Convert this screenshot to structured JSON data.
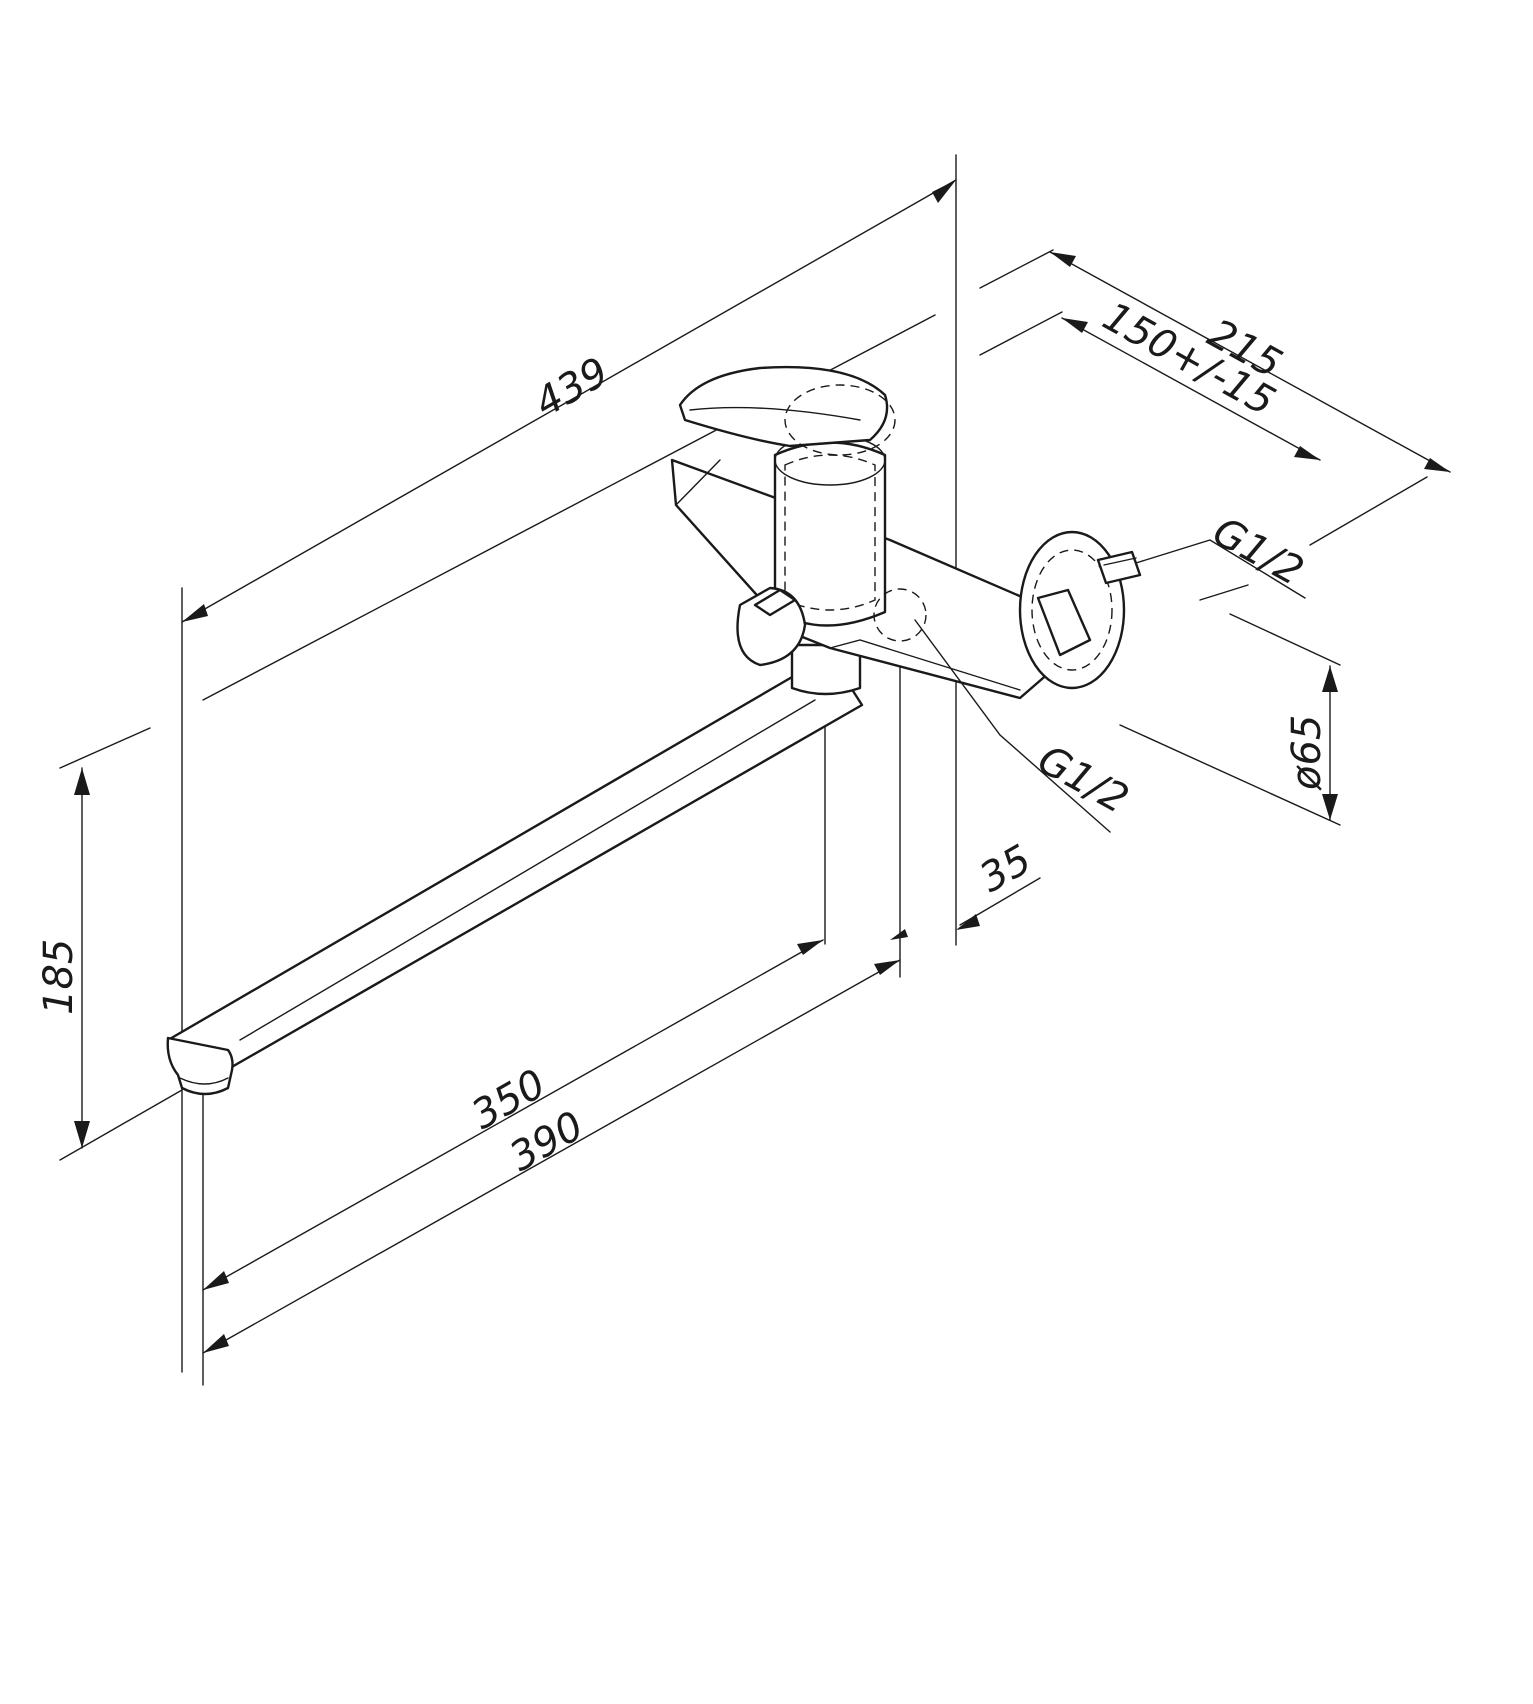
{
  "dimensions": {
    "overall_length": "439",
    "spout_length_a": "350",
    "spout_length_b": "390",
    "height": "185",
    "offset": "35",
    "depth": "215",
    "inlet_spacing": "150+/-15",
    "flange_diameter": "ø65",
    "inlet_thread": "G1/2",
    "outlet_thread": "G1/2"
  },
  "colors": {
    "line": "#1a1a1a",
    "background": "#ffffff"
  }
}
